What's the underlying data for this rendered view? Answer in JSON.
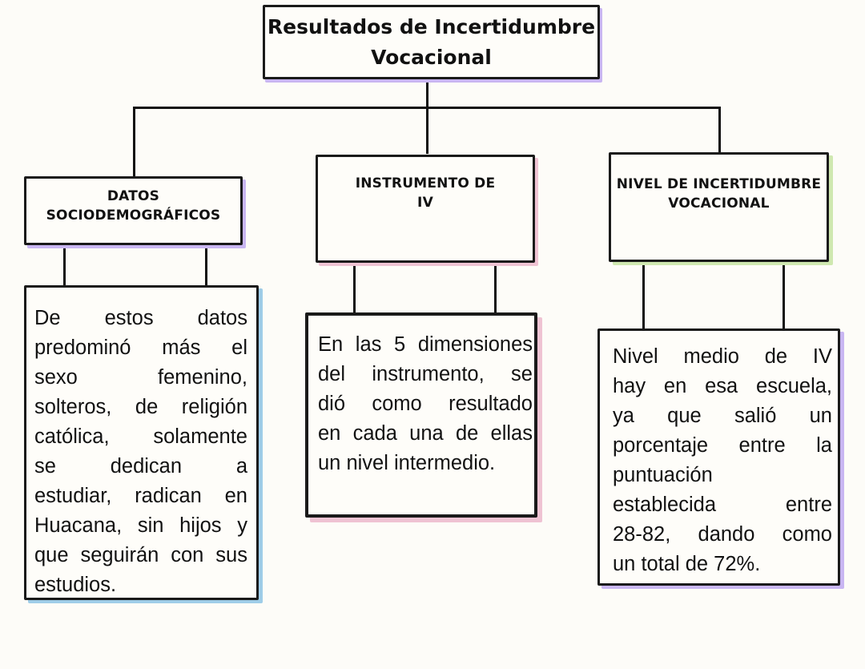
{
  "title": {
    "line1": "Resultados de Incertidumbre",
    "line2": "Vocacional"
  },
  "branches": [
    {
      "heading_lines": [
        "DATOS",
        "SOCIODEMOGRÁFICOS"
      ],
      "body_lines": [
        "De estos datos",
        "predominó más el",
        "sexo femenino,",
        "solteros, de religión",
        "católica, solamente",
        "se dedican a",
        "estudiar, radican en",
        "Huacana, sin hijos y",
        "que seguirán con sus",
        "estudios."
      ],
      "colors": {
        "heading_shadow": "#c9b6f2",
        "body_shadow": "#9fcde8"
      }
    },
    {
      "heading_lines": [
        "INSTRUMENTO DE",
        "IV"
      ],
      "body_lines": [
        "En las 5 dimensiones",
        "del instrumento, se",
        "dió como resultado",
        "en cada una de ellas",
        "un nivel intermedio."
      ],
      "colors": {
        "heading_shadow": "#efc3d3",
        "body_shadow": "#efc3d3"
      }
    },
    {
      "heading_lines": [
        "NIVEL DE INCERTIDUMBRE",
        "VOCACIONAL"
      ],
      "body_lines": [
        "Nivel medio de IV",
        "hay en esa escuela,",
        "ya que salió un",
        "porcentaje entre la",
        "puntuación",
        "establecida entre",
        "28-82, dando como",
        "un total de 72%."
      ],
      "colors": {
        "heading_shadow": "#cfe8b0",
        "body_shadow": "#c9b6f2"
      }
    }
  ]
}
